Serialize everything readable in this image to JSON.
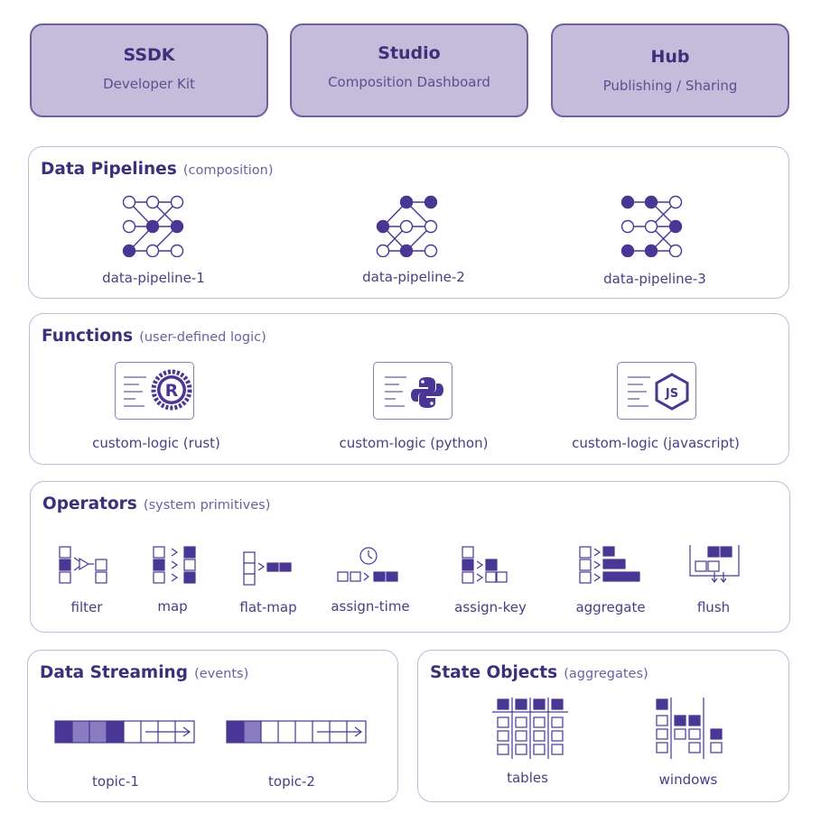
{
  "tools": [
    {
      "title": "SSDK",
      "subtitle": "Developer Kit"
    },
    {
      "title": "Studio",
      "subtitle": "Composition Dashboard"
    },
    {
      "title": "Hub",
      "subtitle": "Publishing / Sharing"
    }
  ],
  "pipelines": {
    "title": "Data Pipelines",
    "subtitle": "(composition)",
    "items": [
      {
        "label": "data-pipeline-1",
        "icon": "pipeline-graph-icon"
      },
      {
        "label": "data-pipeline-2",
        "icon": "pipeline-graph-icon"
      },
      {
        "label": "data-pipeline-3",
        "icon": "pipeline-graph-icon"
      }
    ]
  },
  "functions": {
    "title": "Functions",
    "subtitle": "(user-defined logic)",
    "items": [
      {
        "label": "custom-logic (rust)",
        "icon": "rust-logo-icon"
      },
      {
        "label": "custom-logic (python)",
        "icon": "python-logo-icon"
      },
      {
        "label": "custom-logic (javascript)",
        "icon": "nodejs-logo-icon"
      }
    ]
  },
  "operators": {
    "title": "Operators",
    "subtitle": "(system primitives)",
    "items": [
      {
        "label": "filter",
        "icon": "filter-icon"
      },
      {
        "label": "map",
        "icon": "map-icon"
      },
      {
        "label": "flat-map",
        "icon": "flat-map-icon"
      },
      {
        "label": "assign-time",
        "icon": "clock-icon"
      },
      {
        "label": "assign-key",
        "icon": "assign-key-icon"
      },
      {
        "label": "aggregate",
        "icon": "aggregate-icon"
      },
      {
        "label": "flush",
        "icon": "flush-icon"
      }
    ]
  },
  "streaming": {
    "title": "Data Streaming",
    "subtitle": "(events)",
    "items": [
      {
        "label": "topic-1",
        "icon": "topic-queue-icon"
      },
      {
        "label": "topic-2",
        "icon": "topic-queue-icon"
      }
    ]
  },
  "state": {
    "title": "State Objects",
    "subtitle": "(aggregates)",
    "items": [
      {
        "label": "tables",
        "icon": "table-grid-icon"
      },
      {
        "label": "windows",
        "icon": "windows-grid-icon"
      }
    ]
  },
  "colors": {
    "dark": "#3d2f7a",
    "filled": "#4a3694",
    "light": "#c5bbdb",
    "mid": "#8a7cc0",
    "border": "#c3bad8"
  }
}
